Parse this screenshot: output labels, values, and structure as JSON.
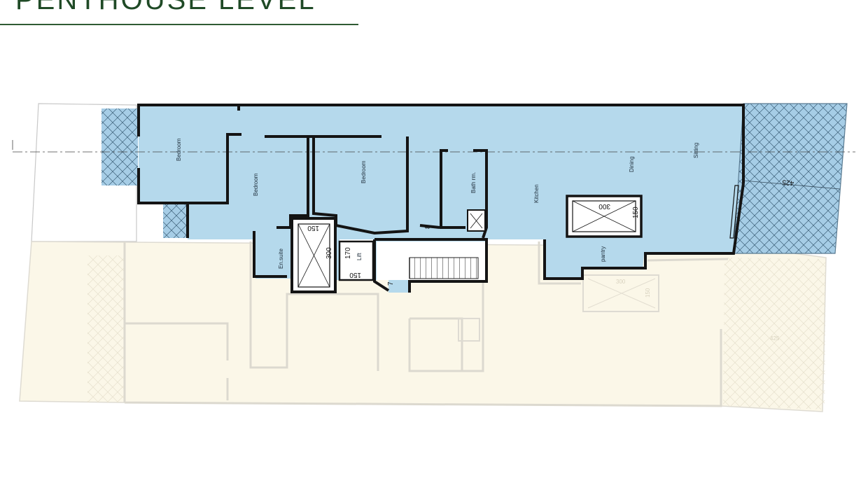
{
  "title": "PENTHOUSE LEVEL",
  "rooms": {
    "bedroom_1": "Bedroom",
    "bedroom_2": "Bedroom",
    "bedroom_3": "Bedroom",
    "ensuite": "En.suite",
    "bathroom": "Bath rm.",
    "kitchen": "Kitchen",
    "dining": "Dining",
    "sitting": "Sitting",
    "pantry": "pantry",
    "lift": "Lift"
  },
  "dimensions": {
    "shaft_left_width": "150",
    "shaft_left_height": "300",
    "lift_height": "170",
    "lift_width": "150",
    "shaft_right_width": "300",
    "shaft_right_height": "150",
    "terrace_width": "425",
    "stair_top_mark": "8",
    "stair_bottom_mark": "7"
  },
  "ghost_floor": {
    "shaft_width": "300",
    "shaft_height": "150",
    "terrace_width": "425"
  },
  "colors": {
    "penthouse_fill": "#b5d9ec",
    "terrace_fill": "#a6cde6",
    "lower_floor_fill": "#fbf7e8",
    "title": "#1f4a26"
  }
}
